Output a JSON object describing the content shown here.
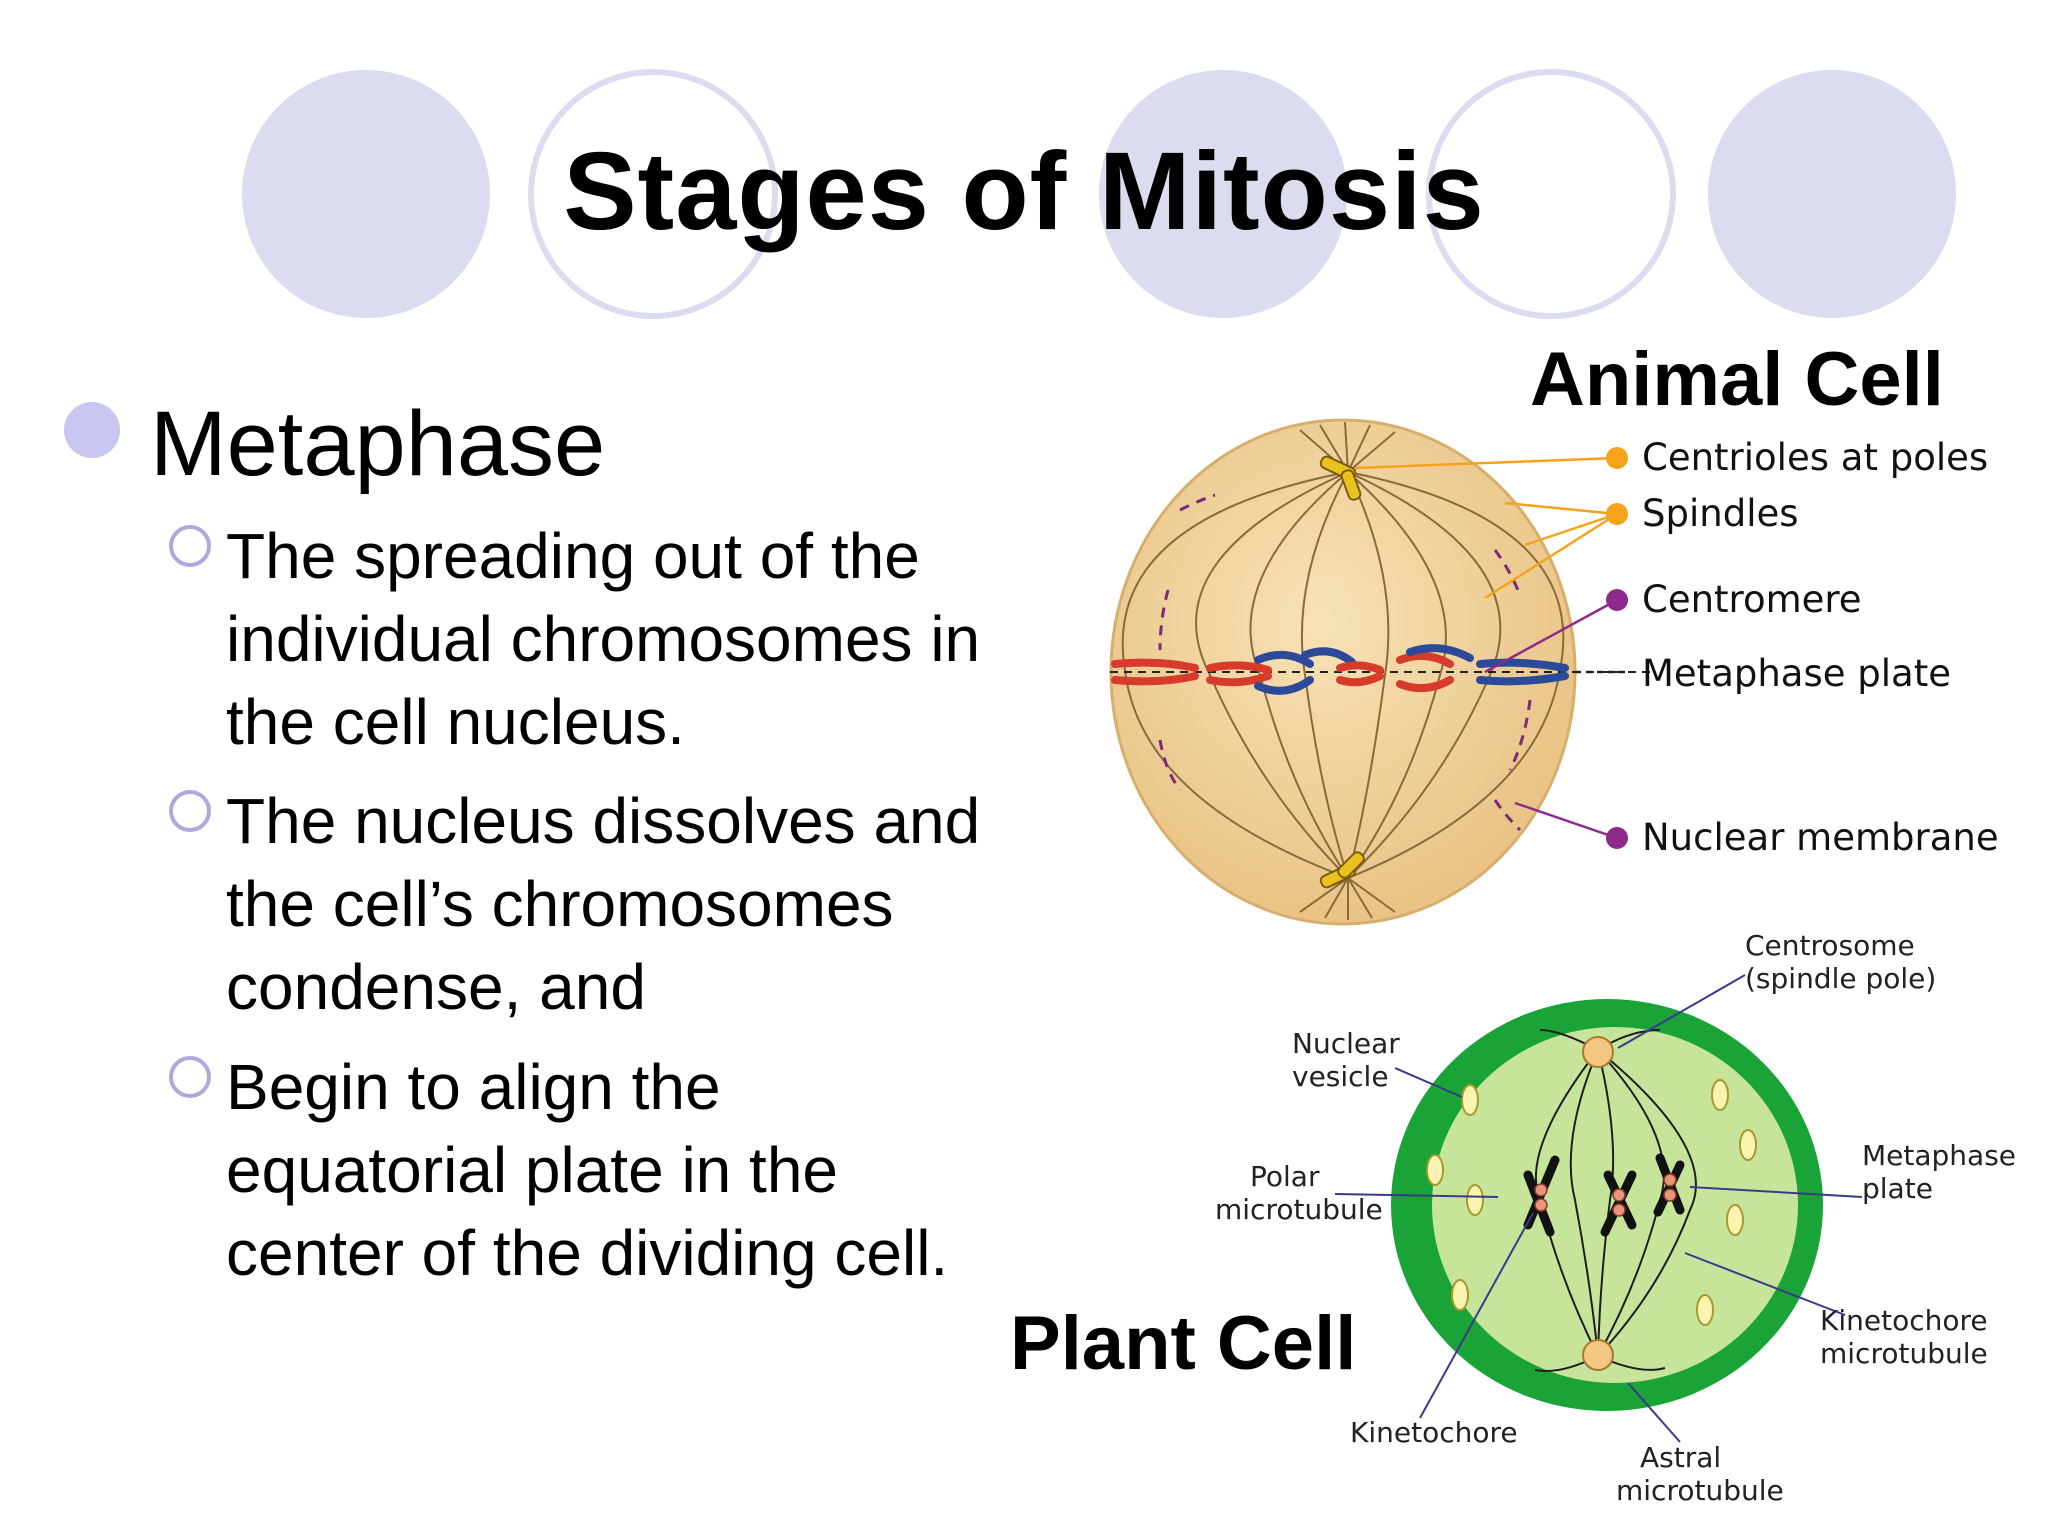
{
  "slide": {
    "title": "Stages of Mitosis"
  },
  "main": {
    "heading": "Metaphase",
    "points": [
      {
        "lines": [
          "The spreading out of the",
          "individual chromosomes in",
          "the cell nucleus."
        ]
      },
      {
        "lines": [
          "The nucleus dissolves and",
          "the cell’s chromosomes",
          "condense, and"
        ]
      },
      {
        "lines": [
          "Begin to align the",
          "equatorial plate in the",
          "center of the dividing cell."
        ]
      }
    ]
  },
  "animal_cell": {
    "heading": "Animal Cell",
    "labels": [
      "Centrioles at poles",
      "Spindles",
      "Centromere",
      "Metaphase plate",
      "Nuclear membrane"
    ]
  },
  "plant_cell": {
    "heading": "Plant Cell",
    "labels": {
      "centrosome": [
        "Centrosome",
        "(spindle pole)"
      ],
      "nuclear_vesicle": [
        "Nuclear",
        "vesicle"
      ],
      "polar_microtubule": [
        "Polar",
        "microtubule"
      ],
      "metaphase_plate": [
        "Metaphase",
        "plate"
      ],
      "kinetochore_microtubule": [
        "Kinetochore",
        "microtubule"
      ],
      "kinetochore": "Kinetochore",
      "astral_microtubule": [
        "Astral",
        "microtubule"
      ]
    }
  },
  "colors": {
    "decor_lavender": "#dcdcf0",
    "bullet": "#c7c7f1",
    "animal_cell_fill": "#f2d49c",
    "orange_marker": "#f5a21c",
    "purple_marker": "#8e2a8e",
    "plant_cell_wall": "#1aa336",
    "plant_cytoplasm": "#c7e59a"
  }
}
